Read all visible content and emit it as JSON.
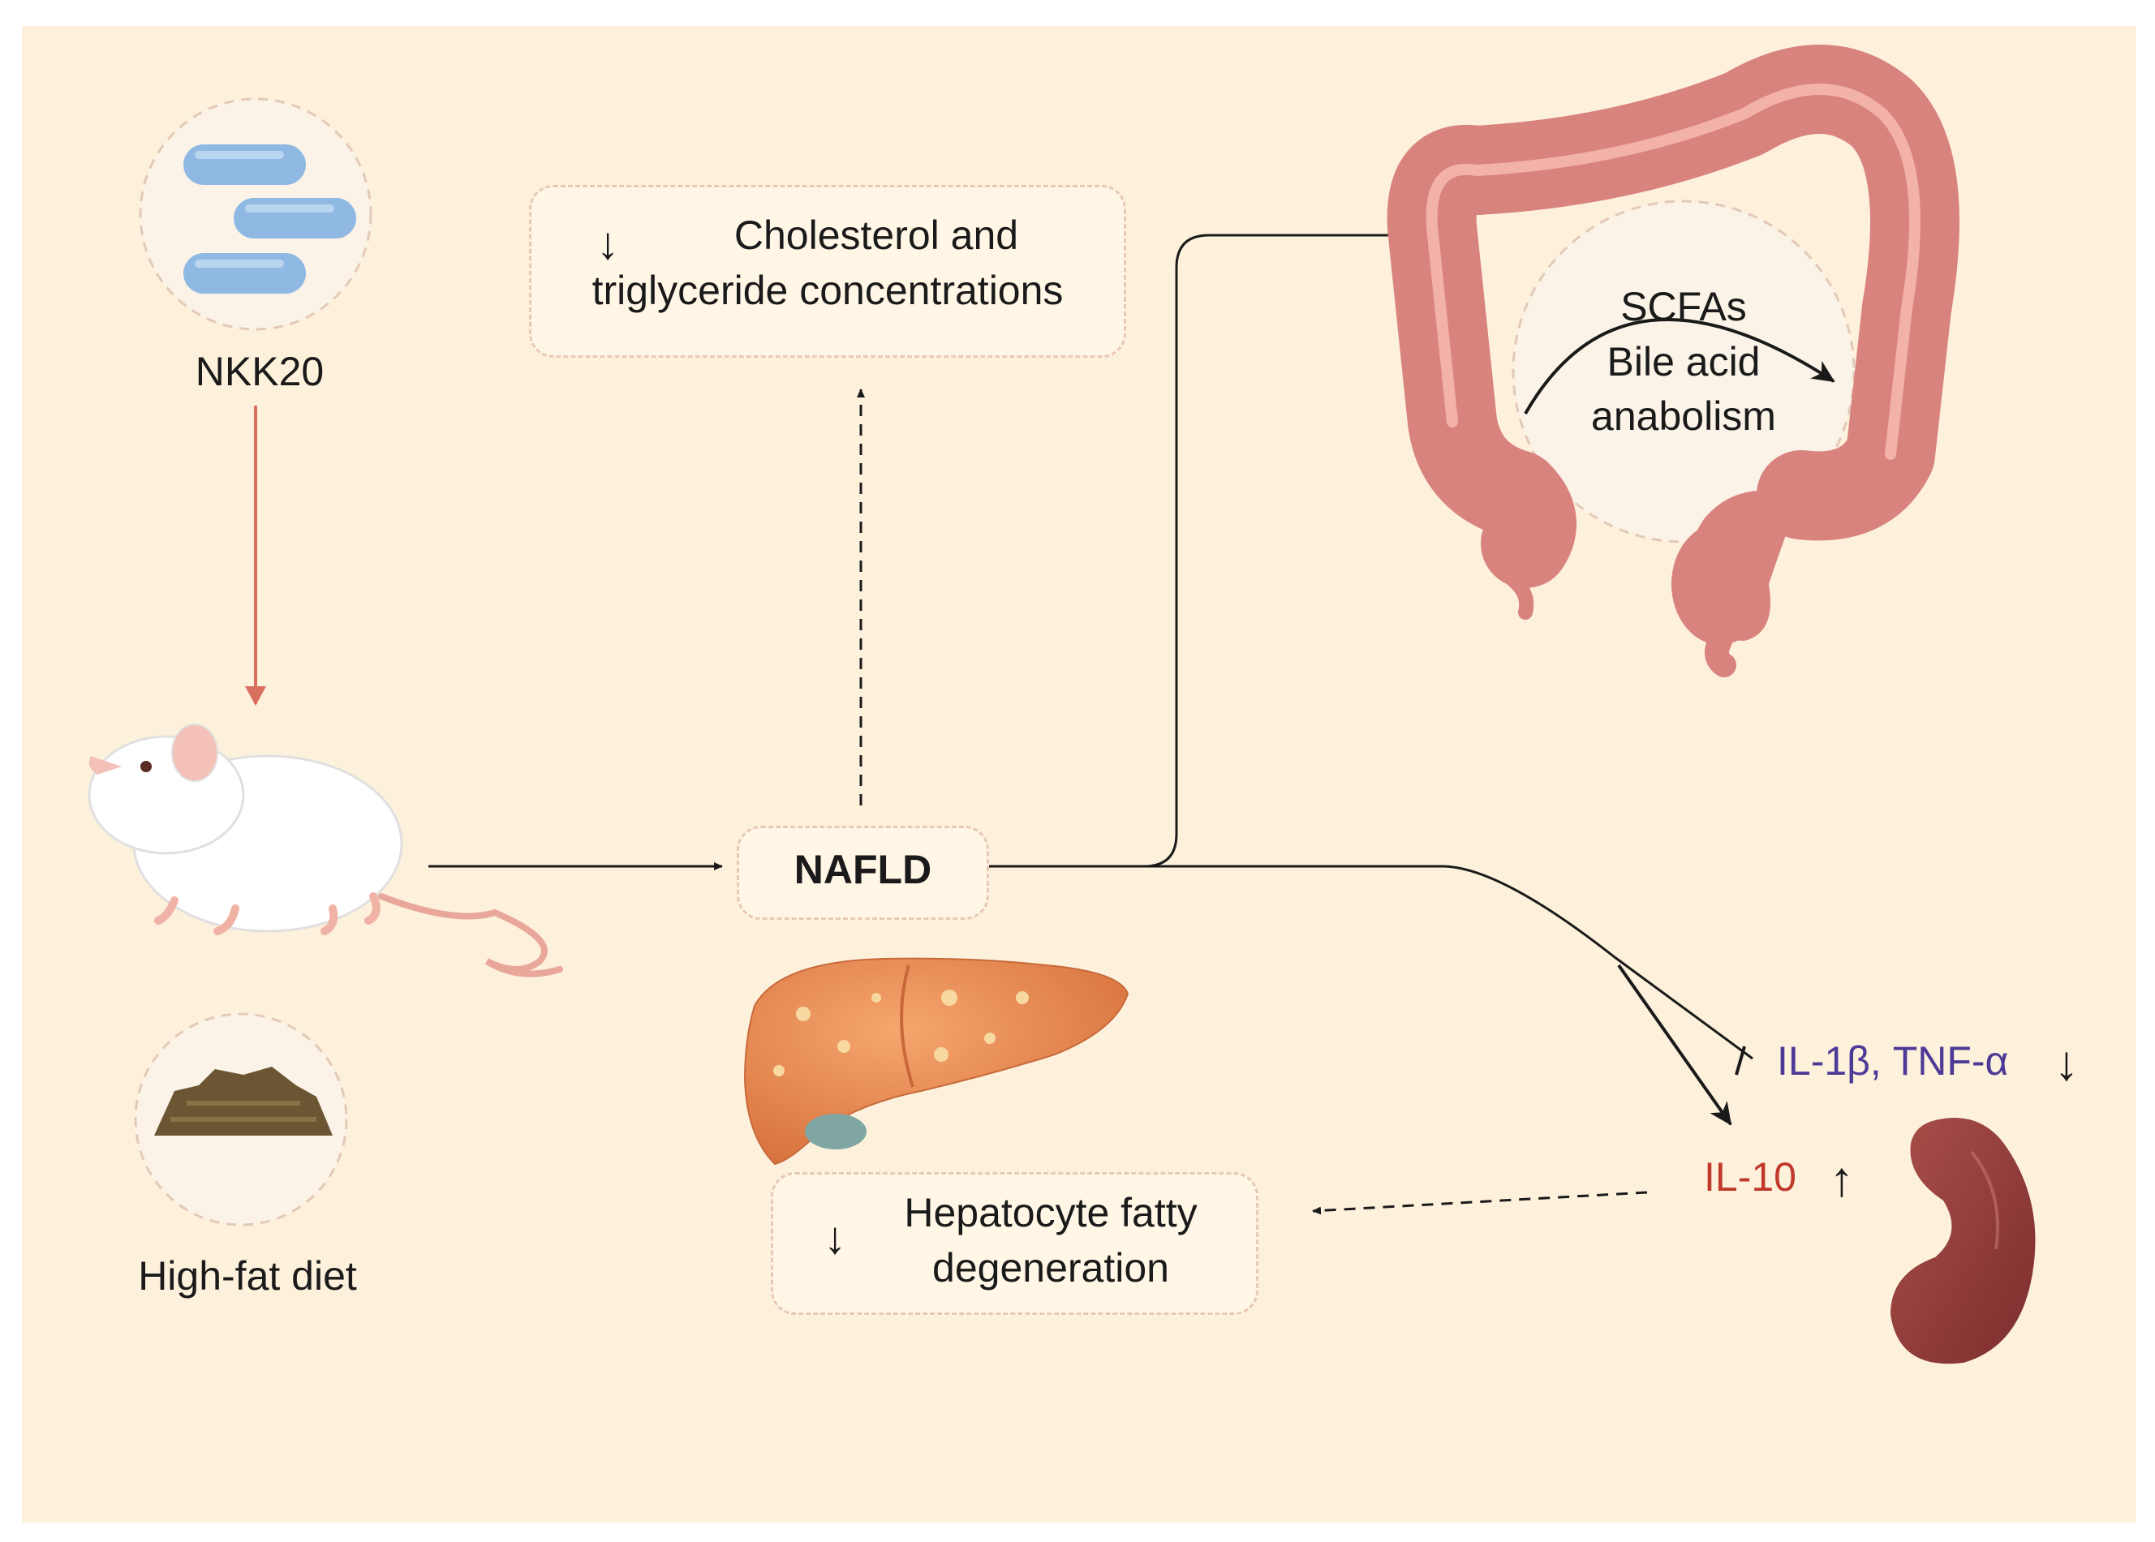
{
  "supplement": {
    "label": "NKK20"
  },
  "diet": {
    "label": "High-fat diet"
  },
  "disease": {
    "label": "NAFLD"
  },
  "lipids": {
    "line1": "Cholesterol and",
    "line2": "triglyceride concentrations",
    "trend": "↓"
  },
  "colon": {
    "line1": "SCFAs",
    "line2": "Bile acid",
    "line3": "anabolism"
  },
  "cytokines": {
    "proinflammatory": "IL-1β, TNF-α",
    "proinflammatory_trend": "↓",
    "proinflammatory_color": "#4d3a96",
    "antiinflammatory": "IL-10",
    "antiinflammatory_trend": "↑",
    "antiinflammatory_color": "#c0392b"
  },
  "liver_effect": {
    "line1": "Hepatocyte fatty",
    "line2": "degeneration",
    "trend": "↓"
  },
  "colors": {
    "background": "#fdf1dc",
    "box_border": "#e9c9b4",
    "supplement_arrow": "#d9705f"
  }
}
